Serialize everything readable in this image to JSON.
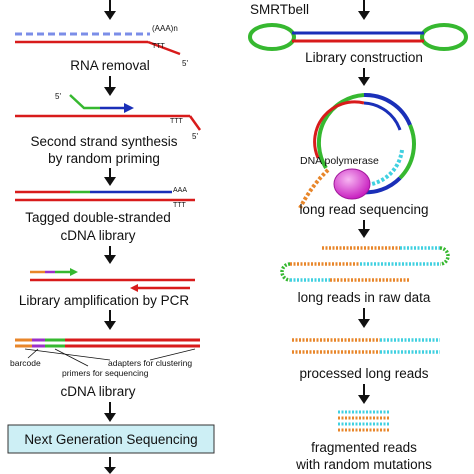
{
  "left_workflow": {
    "steps": [
      "RNA removal",
      "Second strand synthesis",
      "by random priming",
      "Tagged double-stranded",
      "cDNA library",
      "Library amplification by PCR",
      "cDNA library",
      "Next Generation Sequencing"
    ],
    "annotations": {
      "polya": "(AAA)n",
      "ttt": "TTT",
      "aaa": "AAA",
      "five_prime": "5'",
      "barcode": "barcode",
      "adapters": "adapters for clustering",
      "primers": "primers for sequencing"
    }
  },
  "right_workflow": {
    "steps": [
      "SMRTbell",
      "Library construction",
      "DNA polymerase",
      "long read sequencing",
      "long reads in raw data",
      "processed long reads",
      "fragmented reads",
      "with random mutations"
    ]
  },
  "colors": {
    "rna_strand": "#d81b1b",
    "cdna_strand": "#1a2fb8",
    "primer_green": "#36b830",
    "adapter_cyan": "#40d0e0",
    "read_orange": "#e8862a",
    "polymerase_magenta": "#e040d8",
    "ngs_box_fill": "#cdeff5"
  }
}
